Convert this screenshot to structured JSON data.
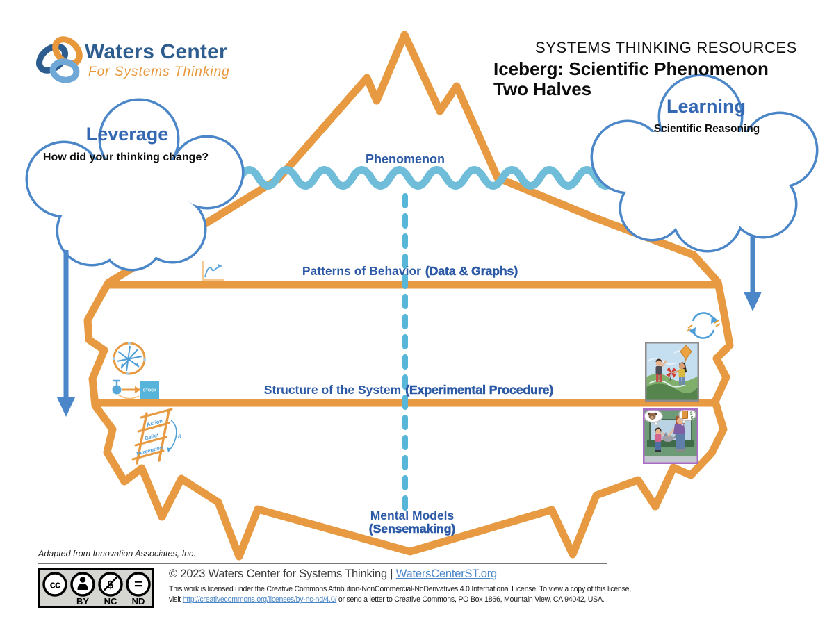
{
  "logo": {
    "name": "Waters Center",
    "tagline": "For Systems Thinking"
  },
  "header": {
    "eyebrow": "SYSTEMS THINKING RESOURCES",
    "title_line1": "Iceberg: Scientific Phenomenon",
    "title_line2": "Two Halves"
  },
  "clouds": {
    "leverage": {
      "title": "Leverage",
      "prompt": "How did your thinking change?"
    },
    "learning": {
      "title": "Learning",
      "prompt": "Scientific Reasoning"
    }
  },
  "iceberg": {
    "phenomenon": "Phenomenon",
    "patterns": {
      "label": "Patterns of Behavior",
      "paren": "(Data & Graphs)"
    },
    "structure": {
      "label": "Structure of the System",
      "paren": "(Experimental Procedure)"
    },
    "mental_models": {
      "label": "Mental Models",
      "paren": "(Sensemaking)"
    }
  },
  "icons": {
    "stock_label": "STOCK",
    "ladder": {
      "rungs": [
        "Action",
        "Belief",
        "Perception"
      ],
      "loop_label": "R"
    }
  },
  "illustration": {
    "money_symbol": "$"
  },
  "footer": {
    "attribution": "Adapted from Innovation Associates, Inc.",
    "copyright": "© 2023 Waters Center for Systems Thinking | ",
    "site_link": "WatersCenterST.org",
    "license_text_1": "This work is licensed under the Creative Commons Attribution-NonCommercial-NoDerivatives 4.0 International License. To view a copy of this license,",
    "license_text_2a": "visit ",
    "license_url": "http://creativecommons.org/licenses/by-nc-nd/4.0/",
    "license_text_2b": " or send a letter to Creative Commons, PO Box 1866, Mountain View, CA 94042, USA.",
    "cc_badge": {
      "cc": "cc",
      "by": "BY",
      "nc": "NC",
      "nd": "ND",
      "nc_symbol": "$",
      "nd_symbol": "="
    }
  },
  "colors": {
    "orange": "#E79A41",
    "water_blue": "#6FBDD9",
    "label_blue": "#2B59A5",
    "cloud_blue": "#4A86C8",
    "logo_navy": "#2D5D8E"
  }
}
